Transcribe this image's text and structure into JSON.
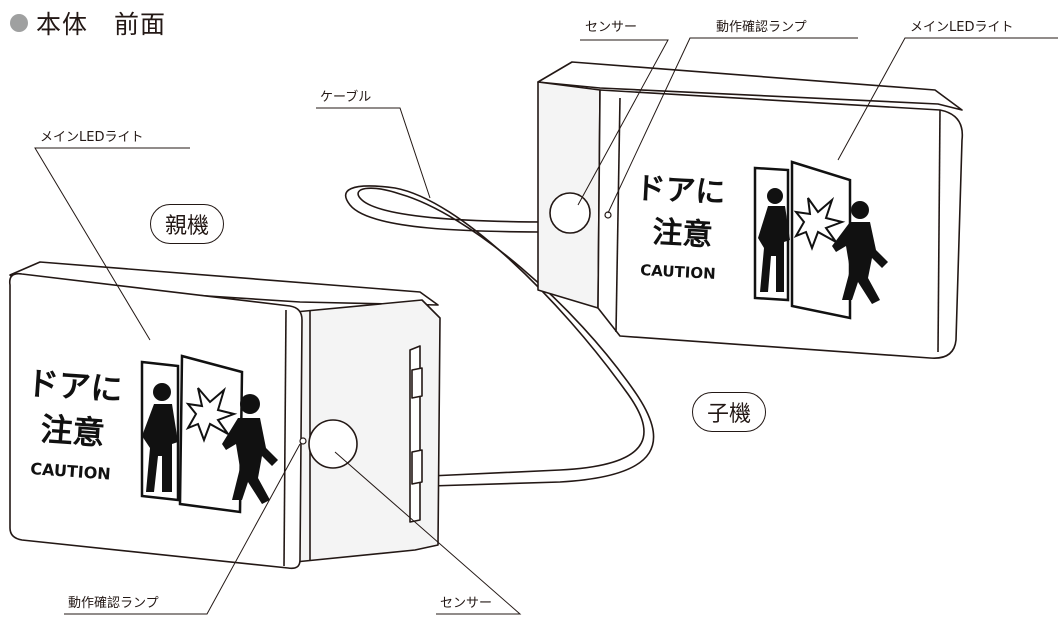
{
  "section": {
    "title": "本体　前面",
    "bullet_color": "#9fa0a0"
  },
  "units": {
    "parent": "親機",
    "child": "子機"
  },
  "callouts": {
    "sensor_child": "センサー",
    "indicator_child": "動作確認ランプ",
    "main_led_child": "メインLEDライト",
    "cable": "ケーブル",
    "main_led_parent": "メインLEDライト",
    "indicator_parent": "動作確認ランプ",
    "sensor_parent": "センサー"
  },
  "device_sign": {
    "line1": "ドアに",
    "line2": "注意",
    "caption": "CAUTION"
  },
  "colors": {
    "outline": "#231815",
    "body_fill": "#ffffff",
    "side_fill": "#f4f4f4"
  }
}
